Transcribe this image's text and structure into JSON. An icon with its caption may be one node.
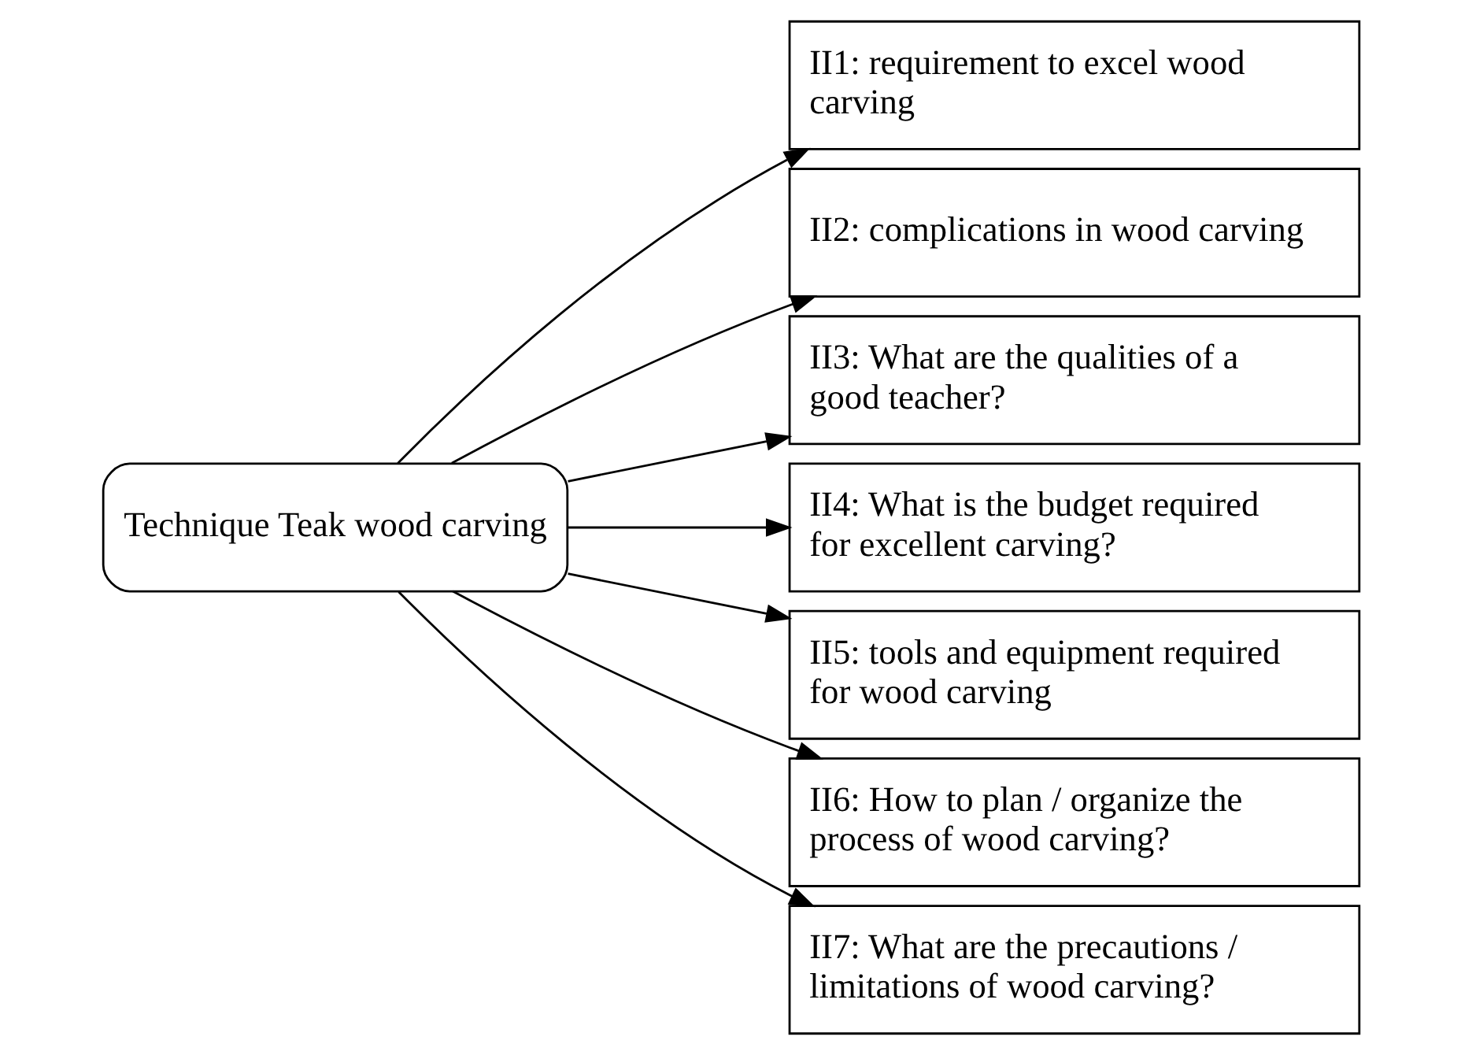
{
  "diagram": {
    "nodes": [
      {
        "text": [
          "Technique Teak wood carving"
        ]
      },
      {
        "text": [
          "II1: requirement to excel wood carving"
        ]
      },
      {
        "text": [
          "II2: complications in wood carving"
        ]
      },
      {
        "text": [
          "II3: What are the qualities of a good teacher?"
        ]
      },
      {
        "text": [
          "II4: What is the budget required for excellent carving?"
        ]
      },
      {
        "text": [
          "II5: tools and equipment required for wood carving"
        ]
      },
      {
        "text": [
          "II6: How to plan / organize the process of wood carving?"
        ]
      },
      {
        "text": [
          "II7: What are the precautions / limitations of wood carving?"
        ]
      }
    ],
    "edges": [
      {
        "from": 0,
        "to": 1,
        "arrow": "to"
      },
      {
        "from": 0,
        "to": 2,
        "arrow": "to"
      },
      {
        "from": 0,
        "to": 3,
        "arrow": "to"
      },
      {
        "from": 0,
        "to": 4,
        "arrow": "to"
      },
      {
        "from": 0,
        "to": 5,
        "arrow": "to"
      },
      {
        "from": 0,
        "to": 6,
        "arrow": "to"
      },
      {
        "from": 0,
        "to": 7,
        "arrow": "to"
      }
    ]
  }
}
